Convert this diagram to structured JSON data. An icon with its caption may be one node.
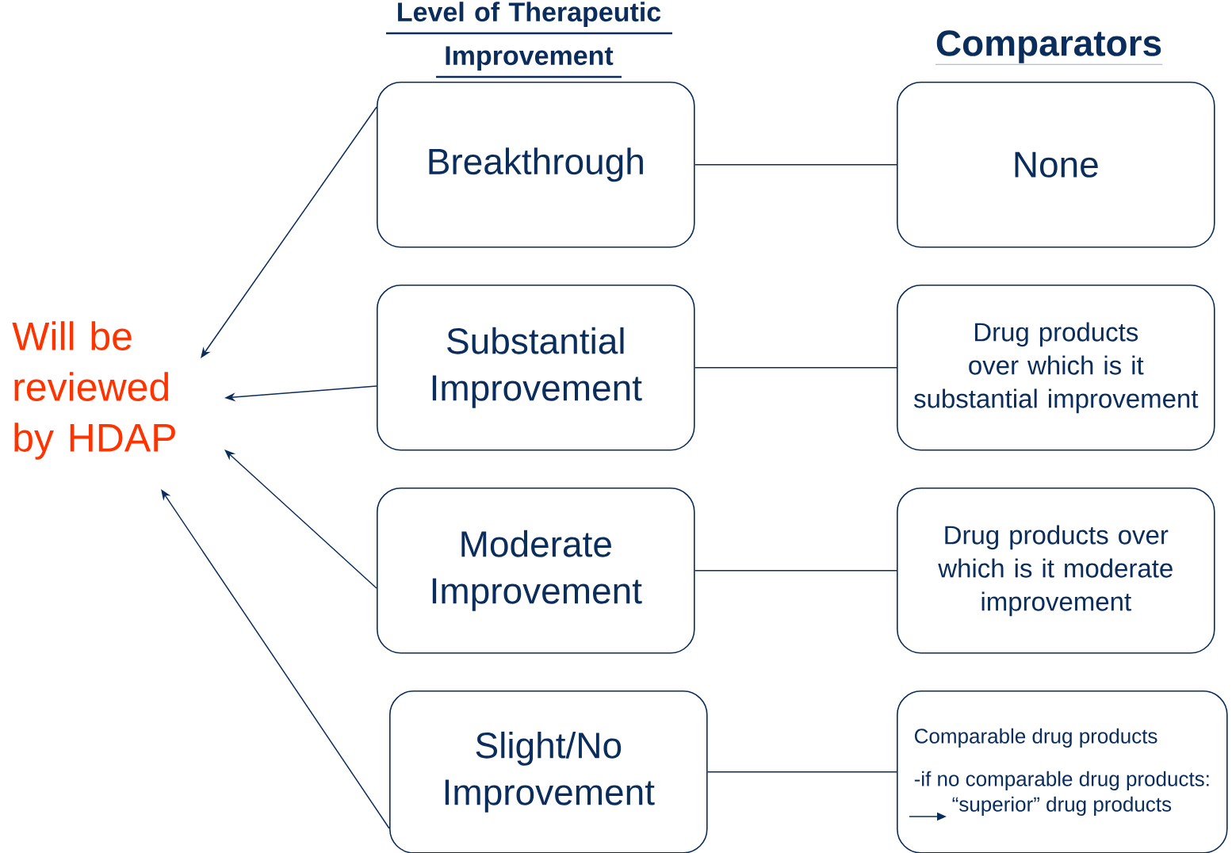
{
  "diagram": {
    "nodes": [
      {
        "text": [
          "Will be reviewed by HDAP"
        ]
      },
      {
        "text": [
          "Breakthrough"
        ]
      },
      {
        "text": [
          "Substantial Improvement"
        ]
      },
      {
        "text": [
          "Moderate Improvement"
        ]
      },
      {
        "text": [
          "Slight/No Improvement"
        ]
      },
      {
        "text": [
          "None"
        ]
      },
      {
        "text": [
          "Drug products over which is it substantial improvement"
        ]
      },
      {
        "text": [
          "Drug products over which is it moderate improvement"
        ]
      },
      {
        "text": [
          "Comparable drug products",
          "-if no comparable drug products:",
          "“superior” drug products"
        ]
      }
    ],
    "edges": [
      {
        "from": 1,
        "to": 0,
        "arrow": "to"
      },
      {
        "from": 2,
        "to": 0,
        "arrow": "to"
      },
      {
        "from": 3,
        "to": 0,
        "arrow": "to"
      },
      {
        "from": 4,
        "to": 0,
        "arrow": "to"
      },
      {
        "from": 1,
        "to": 5,
        "arrow": "none"
      },
      {
        "from": 2,
        "to": 6,
        "arrow": "none"
      },
      {
        "from": 3,
        "to": 7,
        "arrow": "none"
      },
      {
        "from": 4,
        "to": 8,
        "arrow": "none"
      }
    ],
    "labels": [
      "Level of Therapeutic Improvement",
      "Comparators"
    ]
  }
}
